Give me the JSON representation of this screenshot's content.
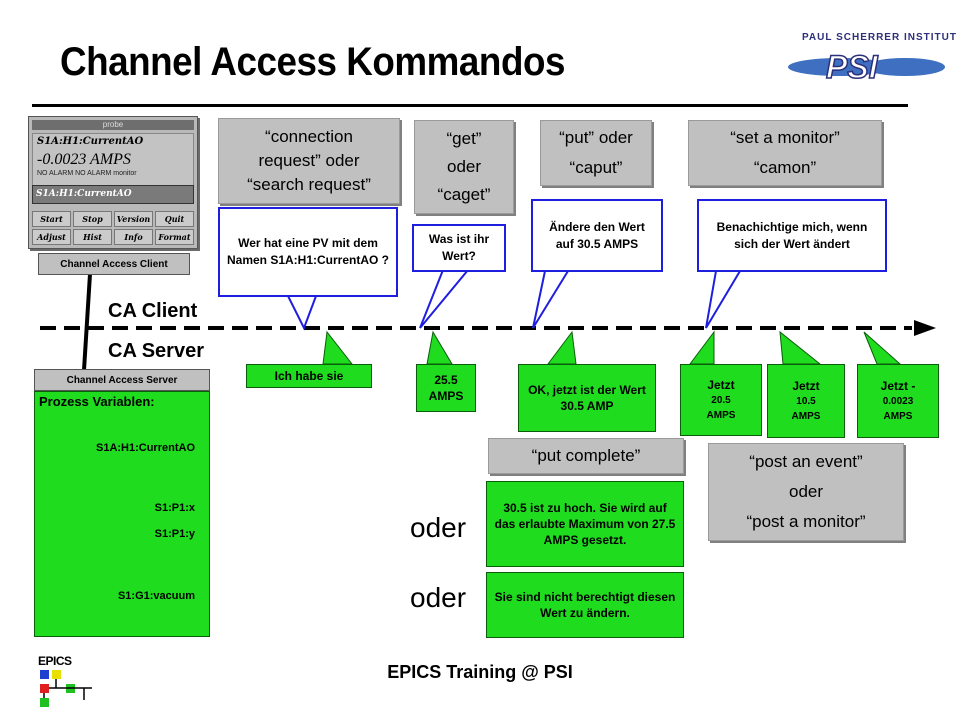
{
  "title": "Channel Access Kommandos",
  "logo": {
    "org": "PAUL SCHERRER INSTITUT",
    "mark": "PSI"
  },
  "probe": {
    "window_title": "probe",
    "pv": "S1A:H1:CurrentAO",
    "value": "-0.0023 AMPS",
    "alarm": "NO ALARM  NO ALARM  monitor",
    "entry": "S1A:H1:CurrentAO",
    "buttons": [
      "Start",
      "Stop",
      "Version",
      "Quit",
      "Adjust",
      "Hist",
      "Info",
      "Format"
    ]
  },
  "client_label": "Channel Access Client",
  "server_label": "Channel Access Server",
  "ca_client": "CA Client",
  "ca_server": "CA Server",
  "server_panel": {
    "heading": "Prozess Variablen:",
    "pvs": [
      "S1A:H1:CurrentAO",
      "S1:P1:x",
      "S1:P1:y",
      "S1:G1:vacuum"
    ]
  },
  "commands": {
    "connection": [
      "“connection",
      "request” oder",
      "“search request”"
    ],
    "get": [
      "“get”",
      "oder",
      "“caget”"
    ],
    "put": [
      "“put” oder",
      "“caput”"
    ],
    "monitor": [
      "“set a monitor”",
      "“camon”"
    ],
    "put_complete": "“put complete”",
    "post_event": [
      "“post an event”",
      "oder",
      "“post a monitor”"
    ]
  },
  "callouts": {
    "connection": "Wer hat eine PV mit dem Namen S1A:H1:CurrentAO ?",
    "get": "Was ist ihr Wert?",
    "put": "Ändere den Wert auf 30.5 AMPS",
    "monitor": "Benachichtige mich, wenn sich der Wert ändert"
  },
  "replies": {
    "connection": "Ich habe sie",
    "get": [
      "25.5",
      "AMPS"
    ],
    "put": "OK, jetzt ist der Wert 30.5 AMP",
    "monitor": [
      {
        "head": "Jetzt",
        "value": "20.5",
        "unit": "AMPS"
      },
      {
        "head": "Jetzt",
        "value": "10.5",
        "unit": "AMPS"
      },
      {
        "head": "Jetzt -",
        "value": "0.0023",
        "unit": "AMPS"
      }
    ],
    "too_high": "30.5 ist zu hoch. Sie wird auf das erlaubte Maximum von 27.5 AMPS gesetzt.",
    "not_allowed": "Sie sind nicht berechtigt diesen Wert zu ändern."
  },
  "oder_label": "oder",
  "footer": "EPICS Training @ PSI",
  "epics_logo": "EPICS",
  "colors": {
    "green": "#1fdc1f",
    "callout_border": "#1e1ee0",
    "gray": "#c0c0c0"
  }
}
